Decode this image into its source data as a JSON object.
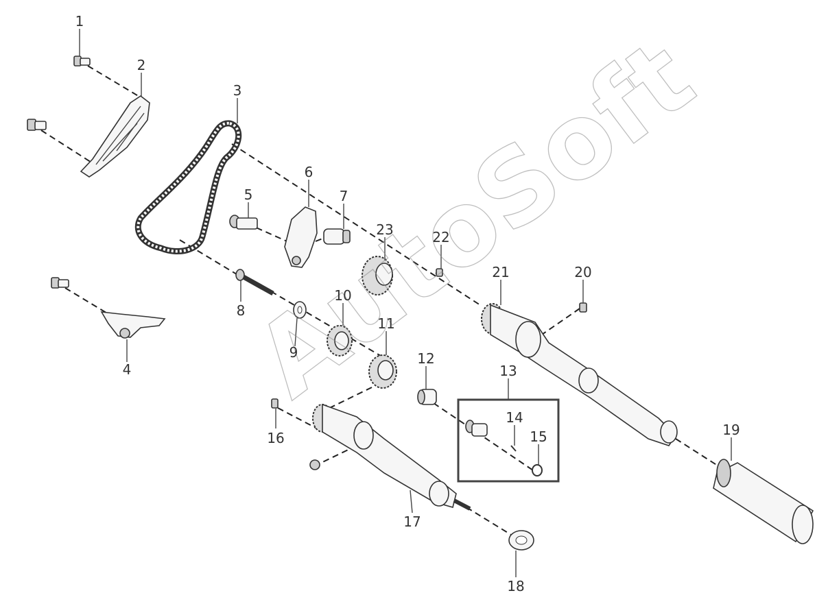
{
  "diagram": {
    "watermark": "AutoSoft",
    "callouts": [
      "1",
      "2",
      "3",
      "4",
      "5",
      "6",
      "7",
      "8",
      "9",
      "10",
      "11",
      "12",
      "13",
      "14",
      "15",
      "16",
      "17",
      "18",
      "19",
      "20",
      "21",
      "22",
      "23"
    ]
  }
}
